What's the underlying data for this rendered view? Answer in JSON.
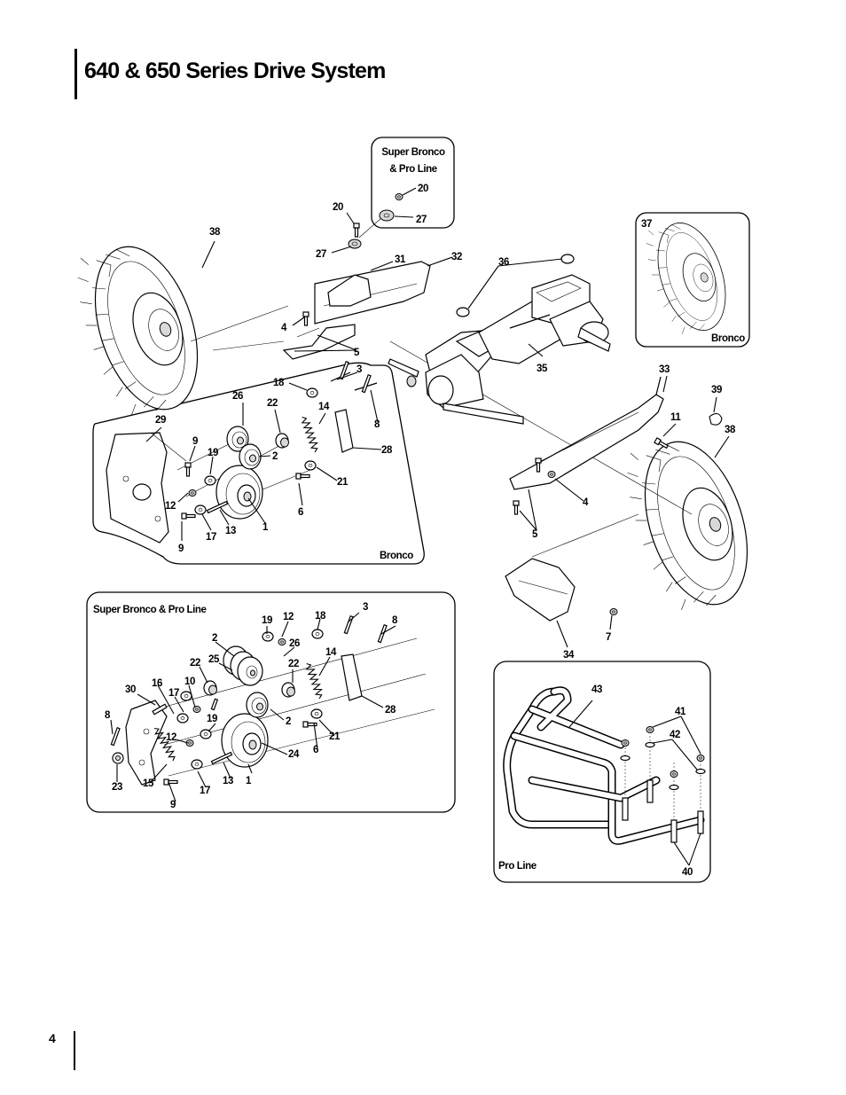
{
  "page": {
    "title": "640 & 650 Series Drive System",
    "page_number": "4"
  },
  "insets": {
    "super_bronco_pro_line_top": "Super Bronco\n& Pro Line",
    "super_bronco_pro_line_top_l1": "Super Bronco",
    "super_bronco_pro_line_top_l2": "& Pro Line",
    "bronco_wheel": "Bronco",
    "bronco_drive": "Bronco",
    "super_bronco_pro_line_drive": "Super Bronco & Pro Line",
    "pro_line_handle": "Pro Line"
  },
  "labels": {
    "main": [
      "20",
      "27",
      "38",
      "27",
      "31",
      "32",
      "36",
      "4",
      "5",
      "35",
      "33",
      "11",
      "39",
      "38",
      "4",
      "5",
      "34",
      "7"
    ],
    "inset_top": [
      "20",
      "27"
    ],
    "inset_wheel": [
      "37"
    ],
    "bronco_drive": [
      "18",
      "3",
      "26",
      "22",
      "14",
      "8",
      "29",
      "9",
      "19",
      "2",
      "28",
      "12",
      "21",
      "6",
      "9",
      "17",
      "13",
      "1"
    ],
    "super_drive": [
      "3",
      "19",
      "12",
      "18",
      "8",
      "2",
      "26",
      "25",
      "22",
      "14",
      "22",
      "10",
      "30",
      "16",
      "17",
      "8",
      "19",
      "2",
      "28",
      "6",
      "21",
      "12",
      "24",
      "23",
      "15",
      "13",
      "1",
      "9",
      "17"
    ],
    "pro_line": [
      "43",
      "41",
      "42",
      "40"
    ]
  }
}
